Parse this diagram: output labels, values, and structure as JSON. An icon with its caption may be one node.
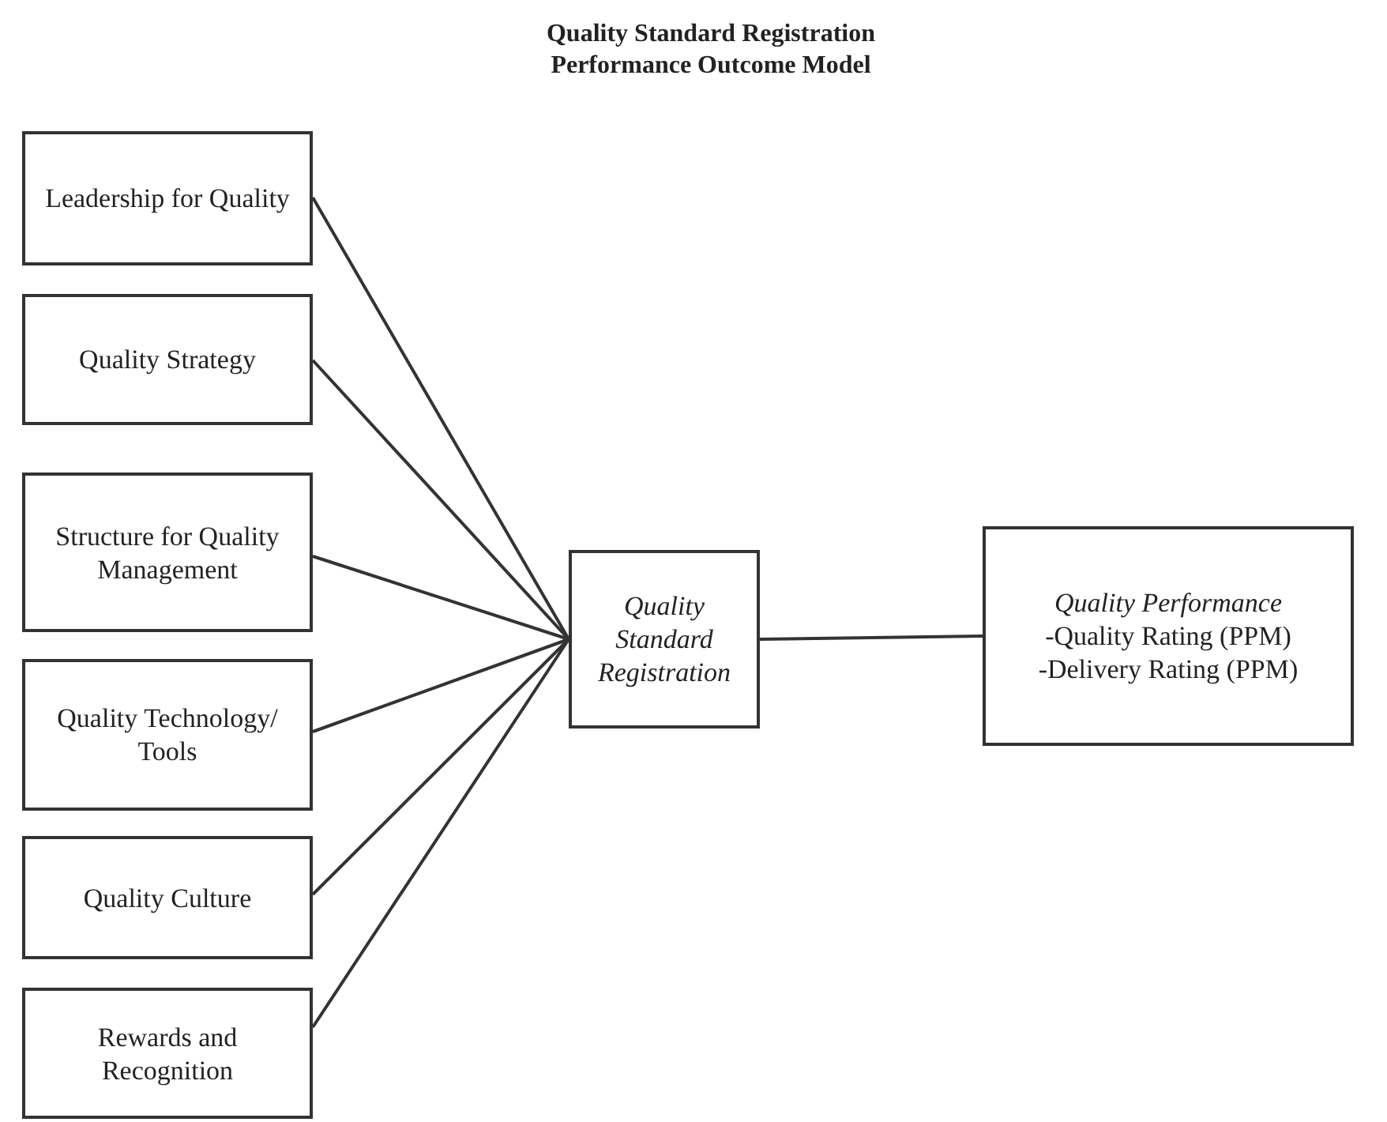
{
  "diagram": {
    "title": "Quality Standard Registration Performance Outcome Model",
    "nodes": [
      {
        "text": [
          "Leadership for Quality"
        ]
      },
      {
        "text": [
          "Quality Strategy"
        ]
      },
      {
        "text": [
          "Structure for Quality Management"
        ]
      },
      {
        "text": [
          "Quality Technology/ Tools"
        ]
      },
      {
        "text": [
          "Quality Culture"
        ]
      },
      {
        "text": [
          "Rewards and Recognition"
        ]
      },
      {
        "text": [
          "Quality Standard Registration"
        ]
      },
      {
        "text": [
          "Quality Performance",
          "-Quality Rating (PPM)",
          "-Delivery Rating (PPM)"
        ]
      }
    ],
    "edges": [
      {
        "from": 0,
        "to": 6,
        "arrow": "none"
      },
      {
        "from": 1,
        "to": 6,
        "arrow": "none"
      },
      {
        "from": 2,
        "to": 6,
        "arrow": "none"
      },
      {
        "from": 3,
        "to": 6,
        "arrow": "none"
      },
      {
        "from": 4,
        "to": 6,
        "arrow": "none"
      },
      {
        "from": 5,
        "to": 6,
        "arrow": "none"
      },
      {
        "from": 6,
        "to": 7,
        "arrow": "none"
      }
    ]
  }
}
